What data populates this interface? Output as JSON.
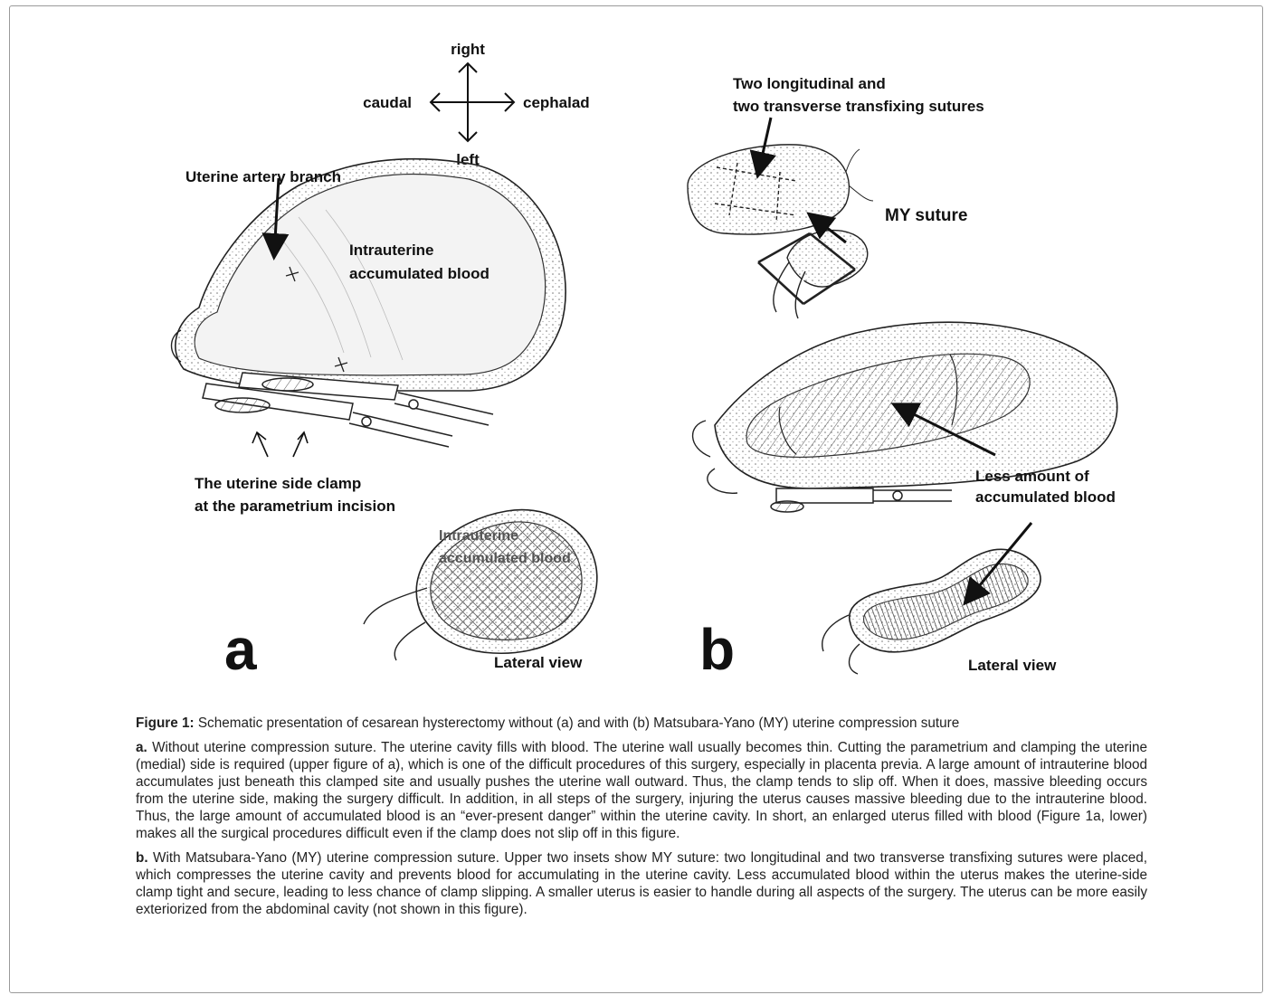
{
  "figure": {
    "compass": {
      "up": "right",
      "down": "left",
      "left": "caudal",
      "right": "cephalad"
    },
    "panel_a": {
      "letter": "a",
      "artery_label": "Uterine artery branch",
      "blood_label_line1": "Intrauterine",
      "blood_label_line2": "accumulated blood",
      "clamp_label_line1": "The uterine side clamp",
      "clamp_label_line2": "at the parametrium incision",
      "lateral_blood_line1": "Intrauterine",
      "lateral_blood_line2": "accumulated blood",
      "lateral_view": "Lateral view"
    },
    "panel_b": {
      "letter": "b",
      "sutures_line1": "Two longitudinal and",
      "sutures_line2": "two transverse transfixing sutures",
      "my_suture": "MY suture",
      "less_blood_line1": "Less amount of",
      "less_blood_line2": "accumulated blood",
      "lateral_view": "Lateral view"
    }
  },
  "caption": {
    "title_prefix": "Figure 1:",
    "title_text": " Schematic presentation of cesarean hysterectomy without (a) and with (b) Matsubara-Yano (MY) uterine compression suture",
    "para_a_prefix": "a.",
    "para_a_text": " Without uterine compression suture. The uterine cavity fills with blood. The uterine wall usually becomes thin. Cutting the parametrium and clamping the uterine (medial) side is required (upper figure of a), which is one of the difficult procedures of this surgery, especially in placenta previa. A large amount of intrauterine blood accumulates just beneath this clamped site and usually pushes the uterine wall outward. Thus, the clamp tends to slip off. When it does, massive bleeding occurs from the uterine side, making the surgery difficult. In addition, in all steps of the surgery, injuring the uterus causes massive bleeding due to the intrauterine blood. Thus, the large amount of accumulated blood is an “ever-present danger” within the uterine cavity. In short, an enlarged uterus filled with blood (Figure 1a, lower) makes all the surgical procedures difficult even if the clamp does not slip off in this figure.",
    "para_b_prefix": "b.",
    "para_b_text": " With Matsubara-Yano (MY) uterine compression suture. Upper two insets show MY suture: two longitudinal and two transverse transfixing sutures were placed, which compresses the uterine cavity and prevents blood for accumulating in the uterine cavity. Less accumulated blood within the uterus makes the uterine-side clamp tight and secure, leading to less chance of clamp slipping. A smaller uterus is easier to handle during all aspects of the surgery. The uterus can be more easily exteriorized from the abdominal cavity (not shown in this figure)."
  }
}
